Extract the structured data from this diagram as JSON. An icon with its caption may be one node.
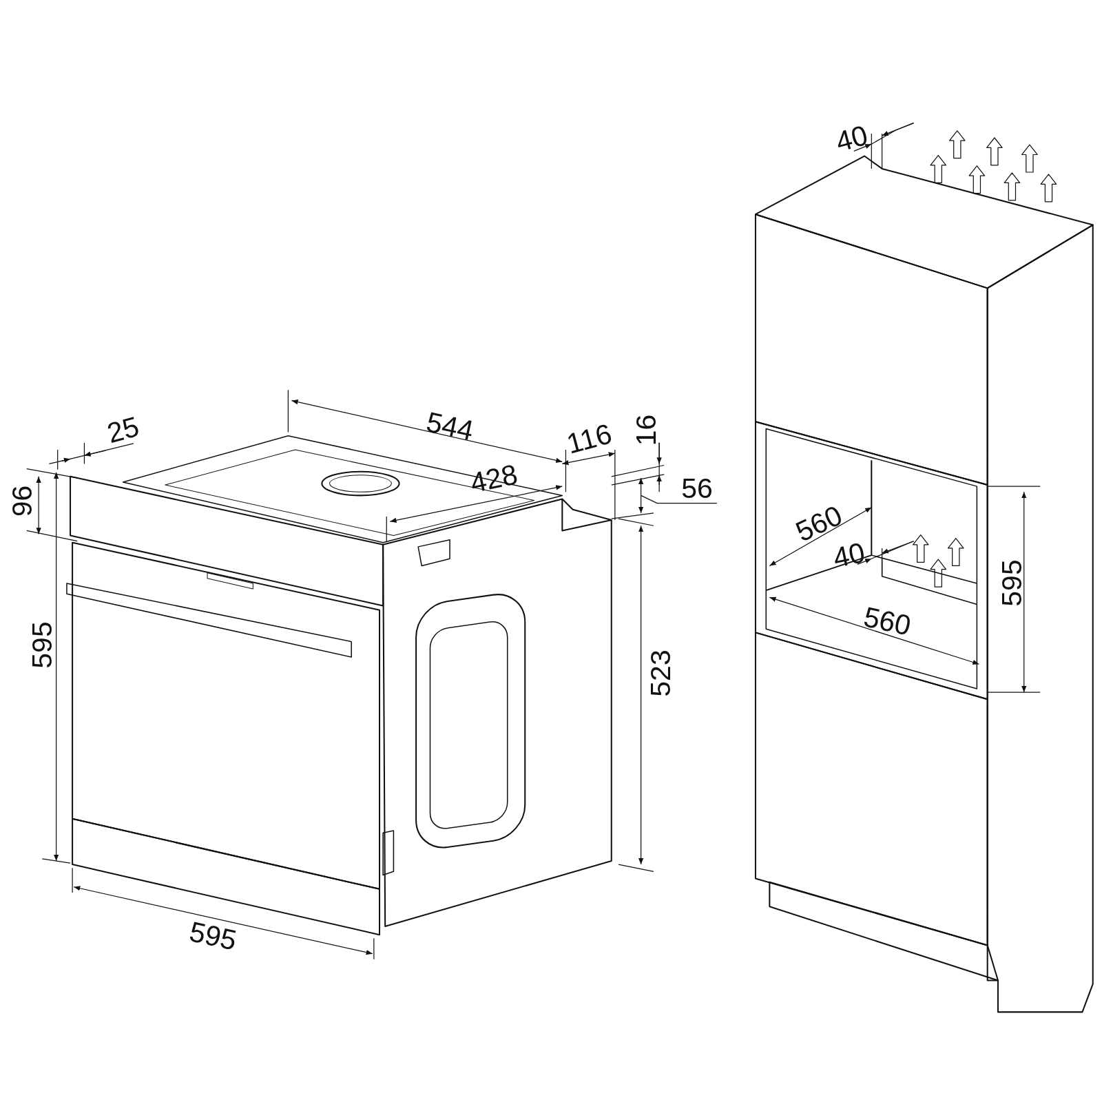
{
  "diagram": {
    "labels": [
      "40",
      "25",
      "544",
      "116",
      "16",
      "96",
      "428",
      "56",
      "560",
      "40",
      "595",
      "523",
      "560",
      "595",
      "595"
    ]
  }
}
